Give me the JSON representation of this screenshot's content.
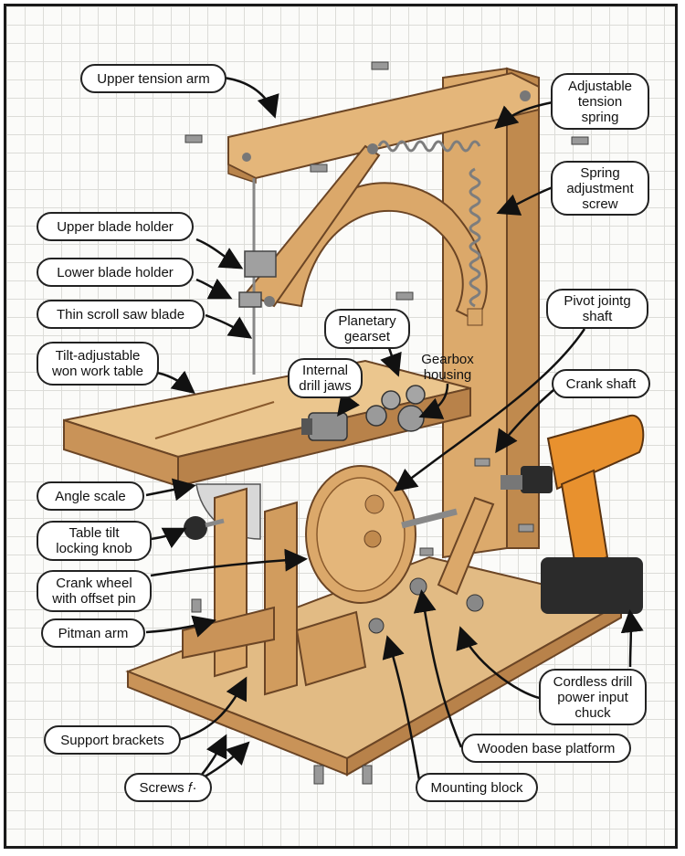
{
  "labels": {
    "upper_tension_arm": "Upper tension arm",
    "adjustable_tension_spring": "Adjustable\ntension\nspring",
    "spring_adjustment_screw": "Spring\nadjustment\nscrew",
    "upper_blade_holder": "Upper blade holder",
    "lower_blade_holder": "Lower blade holder",
    "thin_scroll_saw_blade": "Thin scroll saw blade",
    "planetary_gearset": "Planetary\ngearset",
    "pivot_joint_shaft": "Pivot jointg\nshaft",
    "gearbox_housing": "Gearbox\nhousing",
    "tilt_adjustable_work_table": "Tilt-adjustable\nwon work table",
    "internal_drill_jaws": "Internal\ndrill jaws",
    "crank_shaft": "Crank shaft",
    "angle_scale": "Angle scale",
    "table_tilt_locking_knob": "Table tilt\nlocking knob",
    "crank_wheel_with_offset_pin": "Crank wheel\nwith offset pin",
    "pitman_arm": "Pitman arm",
    "cordless_drill_power_input_chuck": "Cordless drill\npower input\nchuck",
    "support_brackets": "Support brackets",
    "wooden_base_platform": "Wooden base platform",
    "screws": "Screws 𝑓·",
    "mounting_block": "Mounting block"
  },
  "colors": {
    "wood_light": "#e8c48f",
    "wood_mid": "#d9a86a",
    "wood_dark": "#b07b43",
    "metal": "#9a9a9a",
    "drill_orange": "#e8912e",
    "drill_black": "#2b2b2b",
    "outline": "#5a3a1c"
  }
}
